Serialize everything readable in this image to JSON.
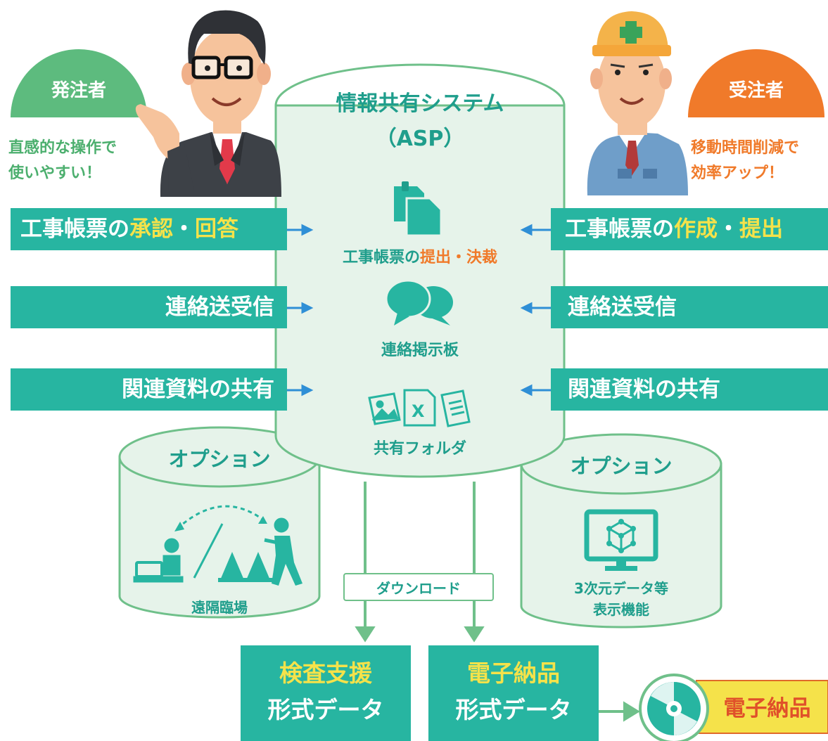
{
  "orderer": {
    "role": "発注者",
    "note_line1": "直感的な操作で",
    "note_line2": "使いやすい！",
    "color": "#5dbb7e"
  },
  "contractor": {
    "role": "受注者",
    "note_line1": "移動時間削減で",
    "note_line2": "効率アップ！",
    "color": "#f07a2a"
  },
  "system": {
    "title": "情報共有システム",
    "subtitle": "（ASP）",
    "features": [
      {
        "icon": "documents-icon",
        "label_prefix": "工事帳票の",
        "label_hl1": "提出",
        "label_sep": "・",
        "label_hl2": "決裁"
      },
      {
        "icon": "chat-bubbles-icon",
        "label": "連絡掲示板"
      },
      {
        "icon": "files-icon",
        "label": "共有フォルダ"
      }
    ]
  },
  "left_boxes": [
    {
      "prefix": "工事帳票の",
      "hl1": "承認",
      "sep": "・",
      "hl2": "回答"
    },
    {
      "label": "連絡送受信"
    },
    {
      "label": "関連資料の共有"
    }
  ],
  "right_boxes": [
    {
      "prefix": "工事帳票の",
      "hl1": "作成",
      "sep": "・",
      "hl2": "提出"
    },
    {
      "label": "連絡送受信"
    },
    {
      "label": "関連資料の共有"
    }
  ],
  "option_left": {
    "title": "オプション",
    "label": "遠隔臨場"
  },
  "option_right": {
    "title": "オプション",
    "label_line1": "3次元データ等",
    "label_line2": "表示機能"
  },
  "download_label": "ダウンロード",
  "outputs": [
    {
      "line1": "検査支援",
      "line2": "形式データ"
    },
    {
      "line1": "電子納品",
      "line2": "形式データ"
    }
  ],
  "final_label": "電子納品",
  "colors": {
    "teal": "#27b5a1",
    "light_green_fill": "#e6f3ea",
    "green_stroke": "#6fc08a",
    "yellow": "#f5e24a",
    "blue_arrow": "#2f8fd6"
  }
}
